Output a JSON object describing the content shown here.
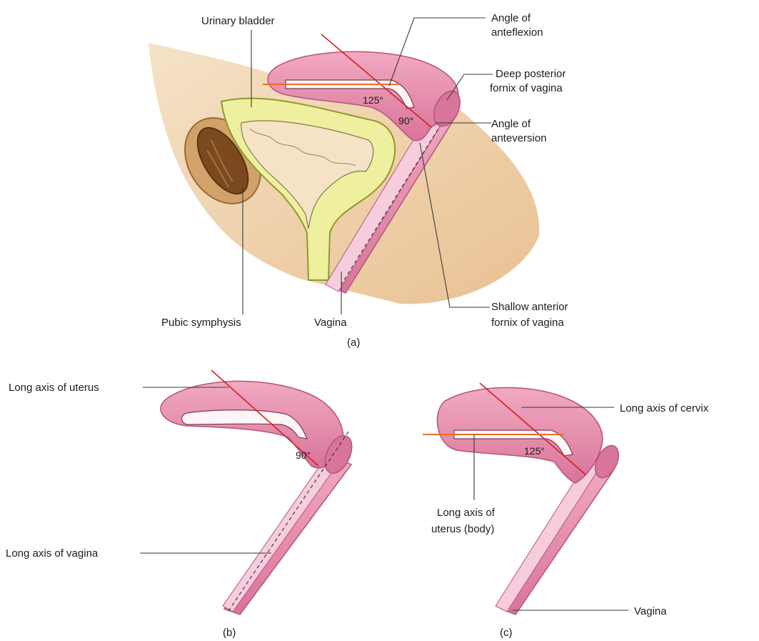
{
  "panel_a": {
    "labels": {
      "urinary_bladder": "Urinary bladder",
      "angle_anteflexion_1": "Angle of",
      "angle_anteflexion_2": "anteflexion",
      "deep_fornix_1": "Deep posterior",
      "deep_fornix_2": "fornix of vagina",
      "angle_anteversion_1": "Angle of",
      "angle_anteversion_2": "anteversion",
      "pubic_symphysis": "Pubic symphysis",
      "vagina": "Vagina",
      "shallow_fornix_1": "Shallow anterior",
      "shallow_fornix_2": "fornix of vagina",
      "angle_125": "125°",
      "angle_90": "90°",
      "caption": "(a)"
    }
  },
  "panel_b": {
    "labels": {
      "long_axis_uterus": "Long axis of uterus",
      "long_axis_vagina": "Long axis of vagina",
      "angle_90": "90°",
      "caption": "(b)"
    }
  },
  "panel_c": {
    "labels": {
      "long_axis_cervix": "Long axis of cervix",
      "long_axis_body_1": "Long axis of",
      "long_axis_body_2": "uterus (body)",
      "angle_125": "125°",
      "vagina": "Vagina",
      "caption": "(c)"
    }
  },
  "colors": {
    "uterus_fill": "#e58fae",
    "uterus_dark": "#c9607f",
    "skin": "#f3d9b8",
    "bladder_outer": "#eef0a0",
    "bladder_inner": "#f6e3c6",
    "pubic_outer": "#c9925a",
    "pubic_inner": "#7a4a1e",
    "axis_red": "#d42020"
  }
}
